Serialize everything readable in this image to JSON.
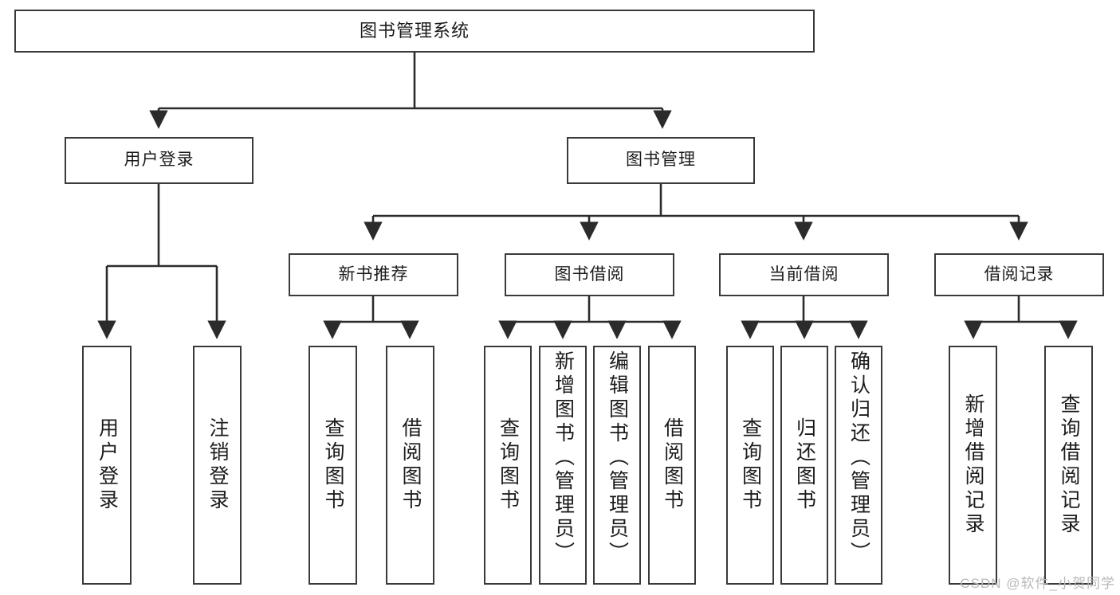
{
  "diagram": {
    "type": "tree-hierarchy-chart",
    "title": "图书管理系统",
    "watermark": "CSDN @软件_小贺同学",
    "colors": {
      "box_border": "#3a3a3a",
      "box_fill": "#ffffff",
      "connector": "#2b2b2b",
      "text": "#1b1b1b",
      "watermark": "#b9b9b9",
      "background": "#ffffff"
    },
    "levels": {
      "level1": [
        {
          "id": "root",
          "label": "图书管理系统"
        }
      ],
      "level2": [
        {
          "id": "login",
          "label": "用户登录"
        },
        {
          "id": "bookmgmt",
          "label": "图书管理"
        }
      ],
      "level3": [
        {
          "id": "newbook",
          "label": "新书推荐"
        },
        {
          "id": "borrow",
          "label": "图书借阅"
        },
        {
          "id": "current",
          "label": "当前借阅"
        },
        {
          "id": "record",
          "label": "借阅记录"
        }
      ],
      "level4": [
        {
          "id": "leaf1",
          "label": "用户登录",
          "parent": "login"
        },
        {
          "id": "leaf2",
          "label": "注销登录",
          "parent": "login"
        },
        {
          "id": "leaf3",
          "label": "查询图书",
          "parent": "newbook"
        },
        {
          "id": "leaf4",
          "label": "借阅图书",
          "parent": "newbook"
        },
        {
          "id": "leaf5",
          "label": "查询图书",
          "parent": "borrow"
        },
        {
          "id": "leaf6",
          "label": "新增图书（管理员）",
          "parent": "borrow"
        },
        {
          "id": "leaf7",
          "label": "编辑图书（管理员）",
          "parent": "borrow"
        },
        {
          "id": "leaf8",
          "label": "借阅图书",
          "parent": "borrow"
        },
        {
          "id": "leaf9",
          "label": "查询图书",
          "parent": "current"
        },
        {
          "id": "leaf10",
          "label": "归还图书",
          "parent": "current"
        },
        {
          "id": "leaf11",
          "label": "确认归还（管理员）",
          "parent": "current"
        },
        {
          "id": "leaf12",
          "label": "新增借阅记录",
          "parent": "record"
        },
        {
          "id": "leaf13",
          "label": "查询借阅记录",
          "parent": "record"
        }
      ]
    }
  }
}
